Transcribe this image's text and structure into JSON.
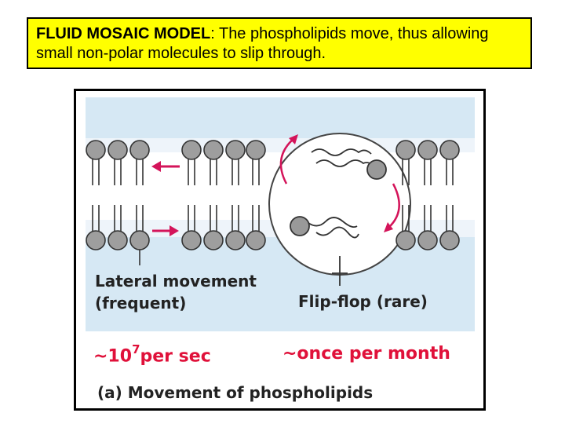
{
  "callout": {
    "bold_text": "FLUID MOSAIC MODEL",
    "rest_text": ":  The phospholipids move, thus allowing small non-polar molecules to slip through."
  },
  "figure": {
    "lateral_label_1": "Lateral movement",
    "lateral_label_2": "(frequent)",
    "flipflop_label": "Flip-flop (rare)",
    "lateral_rate_prefix": "~10",
    "lateral_rate_exp": "7",
    "lateral_rate_suffix": "per sec",
    "flipflop_rate": "~once per month",
    "caption": "(a) Movement of phospholipids"
  },
  "colors": {
    "callout_bg": "#ffff00",
    "membrane_blue": "#d6e8f4",
    "arrow_magenta": "#d4145a",
    "rate_red": "#e0113a"
  }
}
